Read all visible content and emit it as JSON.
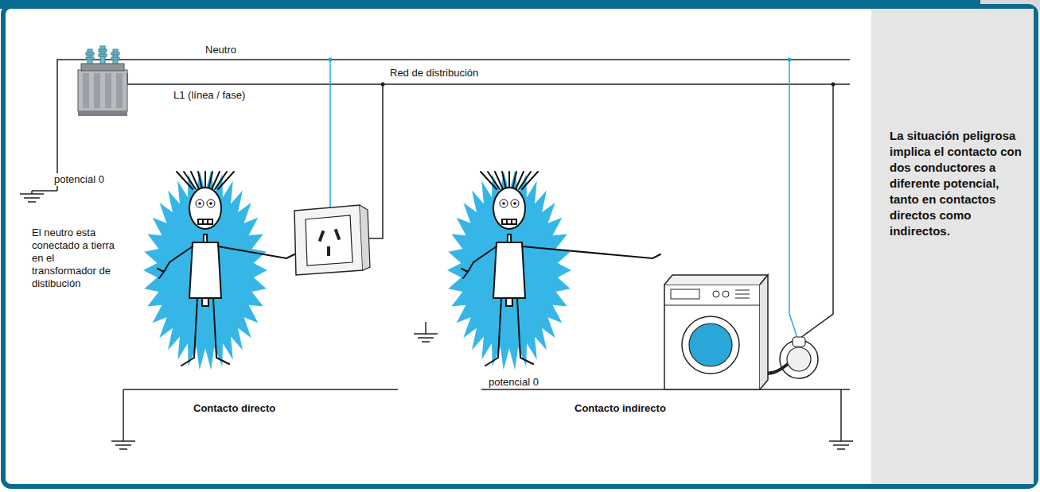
{
  "diagram": {
    "nodes": [
      {
        "text": [
          "La situación peligrosa implica el contacto con dos conductores a diferente potencial, tanto en contactos directos como indirectos."
        ]
      }
    ],
    "labels": [
      "Neutro",
      "Red de distribución",
      "L1 (línea / fase)",
      "potencial 0",
      "El neutro esta conectado a tierra en el transformador de distibución",
      "Contacto directo",
      "potencial 0",
      "Contacto indirecto"
    ]
  }
}
